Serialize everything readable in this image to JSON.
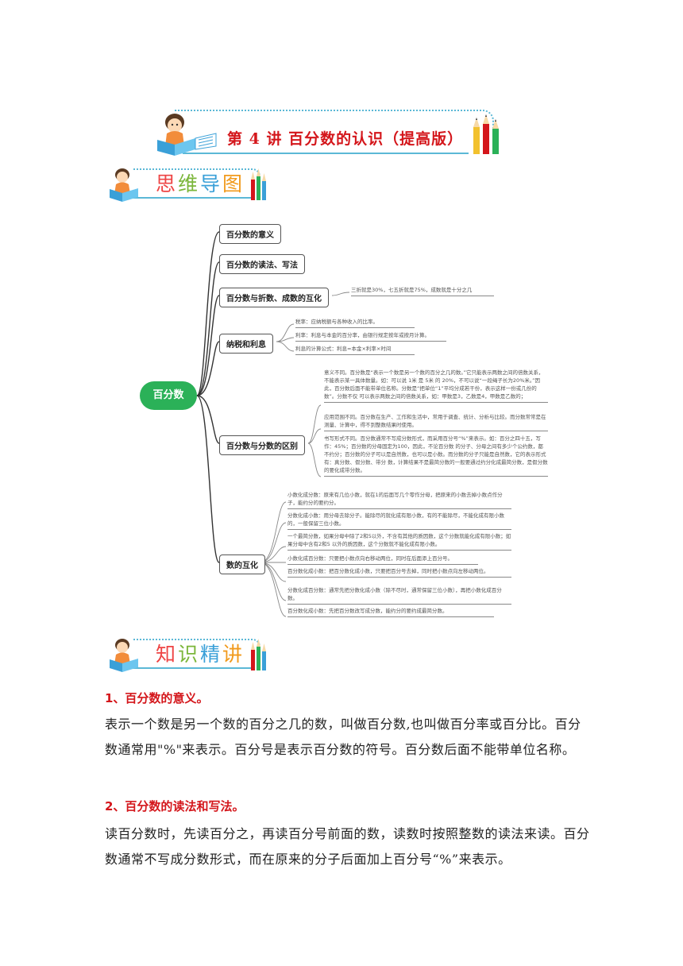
{
  "title": "第 4 讲  百分数的认识（提高版）",
  "section_mindmap": "思维导图",
  "section_knowledge": "知识精讲",
  "mindmap": {
    "root": "百分数",
    "branches": [
      {
        "label": "百分数的意义"
      },
      {
        "label": "百分数的读法、写法"
      },
      {
        "label": "百分数与折数、成数的互化"
      },
      {
        "label": "纳税和利息"
      },
      {
        "label": "百分数与分数的区别"
      },
      {
        "label": "数的互化"
      }
    ],
    "leaf_discount": "三折就是30%，七五折就是75%，成数就是十分之几",
    "tax_leaves": [
      "税率：应纳税额与各种收入的比率。",
      "利率：利息与本金的百分率，由银行规定按年或按月计算。",
      "利息的计算公式：利息=本金×利率×时间"
    ],
    "diff_leaves": [
      "意义不同。百分数是“表示一个数是另一个数的百分之几的数。”它只能表示两数之间的倍数关系，不能表示某一具体数量。如：可以说 1米 是 5米 的 20%，不可以说“一段绳子长为20%米。”因此，百分数后面不能带单位名称。分数是“把单位“1”平均分成若干份，表示这样一份或几份的数”。分数不仅 可以表示两数之间的倍数关系，如：甲数是3，乙数是4，甲数是乙数的；",
      "应用范围不同。百分数在生产、工作和生活中，常用于调查、统计、分析与比较。而分数常常是在测量、计算中，得不到整数结果时使用。",
      "书写形式不同。百分数通常不写成分数形式，而采用百分号“%”来表示。如：百分之四十五，写作：45%；百分数的分母固定为100，因此，不论百分数 的分子、分母之间有多少个公约数，都不约分；百分数的分子可以是自然数，也可以是小数。而分数的分子只能是自然数，它的表示形式有：真分数、假分数、带分 数，计算结果不是最简分数的一般要通过约分化成最简分数，是假分数的要化成带分数。"
    ],
    "conv_leaves": [
      "小数化成分数：原来有几位小数，就在1的后面写几个零作分母，把原来的小数去掉小数点作分子，能约分的要约分。",
      "分数化成小数：用分母去除分子。能除尽的就化成有限小数，有的不能除尽，不能化成有限小数的，一般保留三位小数。",
      "一个最简分数，如果分母中除了2和5以外，不含有其他的质因数，这个分数就能化成有限小数；如果分母中含有2和5 以外的质因数，这个分数就不能化成有限小数。",
      "小数化成百分数：只要把小数点向右移动两位，同时在后面添上百分号。",
      "百分数化成小数：把百分数化成小数，只要把百分号去掉，同时把小数点向左移动两位。",
      "分数化成百分数：通常先把分数化成小数（除不尽时，通常保留三位小数），再把小数化成百分数。",
      "百分数化成小数：先把百分数改写成分数，能约分的要约成最简分数。"
    ]
  },
  "sections": [
    {
      "heading": "1、百分数的意义。",
      "text": "表示一个数是另一个数的百分之几的数，叫做百分数,也叫做百分率或百分比。百分数通常用\"%\"来表示。百分号是表示百分数的符号。百分数后面不能带单位名称。"
    },
    {
      "heading": "2、百分数的读法和写法。",
      "text": "读百分数时，先读百分之，再读百分号前面的数，读数时按照整数的读法来读。百分数通常不写成分数形式，而在原来的分子后面加上百分号“%”来表示。"
    }
  ],
  "colors": {
    "accent": "#d4161b",
    "root": "#2bb158",
    "frame": "#5bb8d6"
  }
}
